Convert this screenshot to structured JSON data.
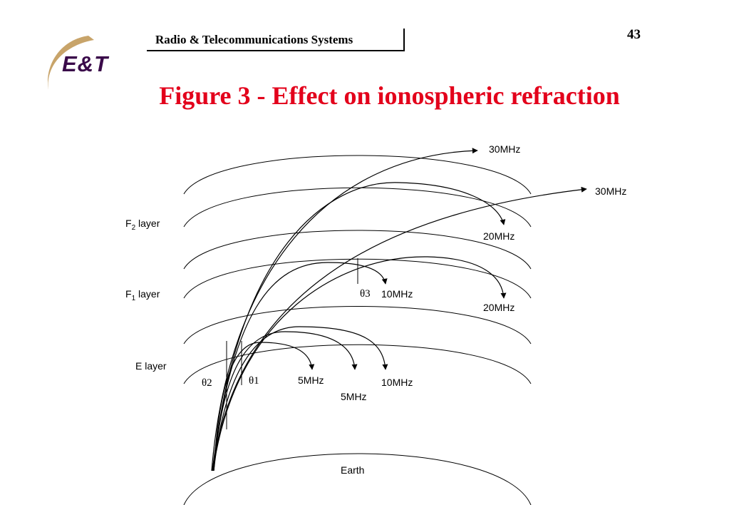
{
  "header": {
    "title": "Radio & Telecommunications Systems",
    "page_number": "43"
  },
  "logo": {
    "text": "E&T",
    "colors": {
      "swoosh": "#C8A46A",
      "text": "#3A0A4A"
    }
  },
  "figure": {
    "title": "Figure 3 - Effect on ionospheric refraction",
    "title_color": "#E3001B"
  },
  "layers": {
    "f2_main": "F",
    "f2_sub": "2",
    "f2_suffix": " layer",
    "f1_main": "F",
    "f1_sub": "1",
    "f1_suffix": " layer",
    "e": "E layer",
    "earth": "Earth"
  },
  "frequencies": {
    "upper_30": "30MHz",
    "right_30": "30MHz",
    "upper_20": "20MHz",
    "lower_20": "20MHz",
    "inner_10": "10MHz",
    "outer_10": "10MHz",
    "inner_5": "5MHz",
    "mid_5": "5MHz"
  },
  "angles": {
    "theta1": "θ1",
    "theta2": "θ2",
    "theta3": "θ3"
  }
}
